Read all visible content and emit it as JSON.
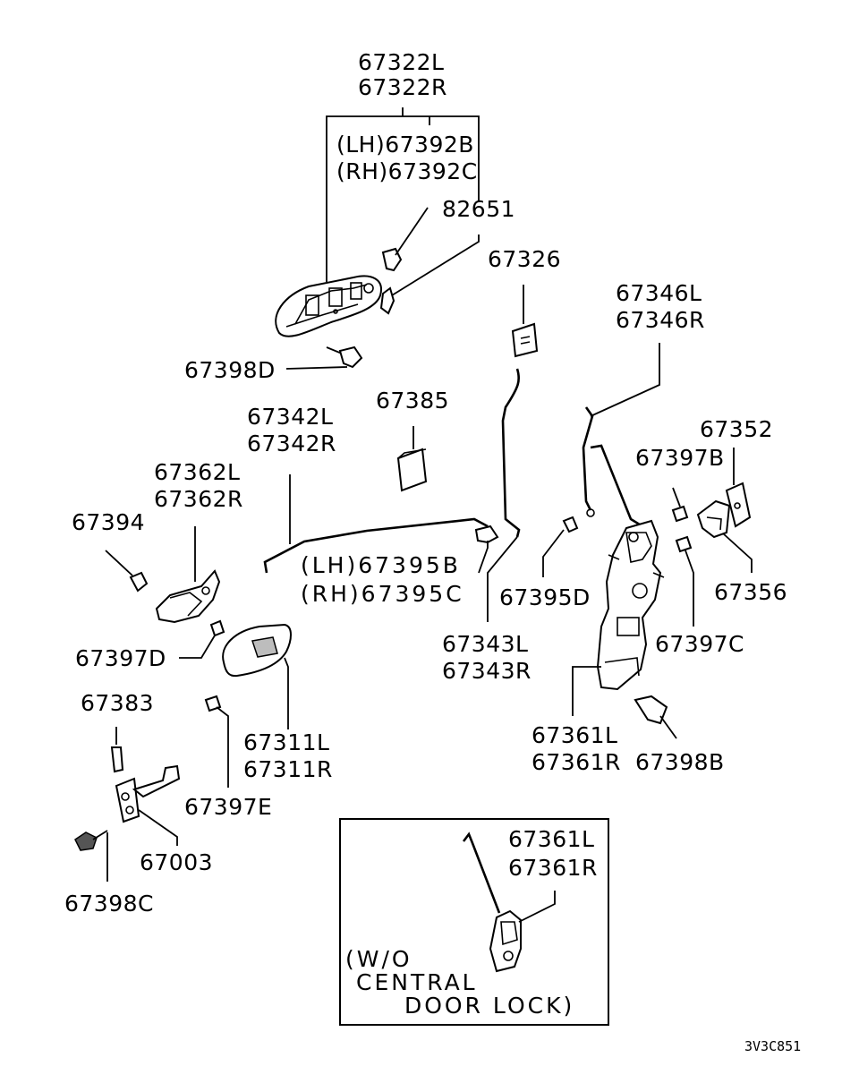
{
  "labels": {
    "p67322L": "67322L",
    "p67322R": "67322R",
    "p67392B": "(LH)67392B",
    "p67392C": "(RH)67392C",
    "p82651": "82651",
    "p67326": "67326",
    "p67346L": "67346L",
    "p67346R": "67346R",
    "p67398D": "67398D",
    "p67385": "67385",
    "p67342L": "67342L",
    "p67342R": "67342R",
    "p67352": "67352",
    "p67397B": "67397B",
    "p67362L": "67362L",
    "p67362R": "67362R",
    "p67394": "67394",
    "p67395B": "(LH)67395B",
    "p67395C": "(RH)67395C",
    "p67395D": "67395D",
    "p67356": "67356",
    "p67397D": "67397D",
    "p67343L": "67343L",
    "p67343R": "67343R",
    "p67397C": "67397C",
    "p67383": "67383",
    "p67311L": "67311L",
    "p67311R": "67311R",
    "p67361L": "67361L",
    "p67361R": "67361R",
    "p67398B": "67398B",
    "p67397E": "67397E",
    "p67003": "67003",
    "p67398C": "67398C",
    "p67361L_inset": "67361L",
    "p67361R_inset": "67361R"
  },
  "inset": {
    "line1": "(W/O",
    "line2": "CENTRAL",
    "line3": "DOOR LOCK)"
  },
  "diagram_code": "3V3C851"
}
